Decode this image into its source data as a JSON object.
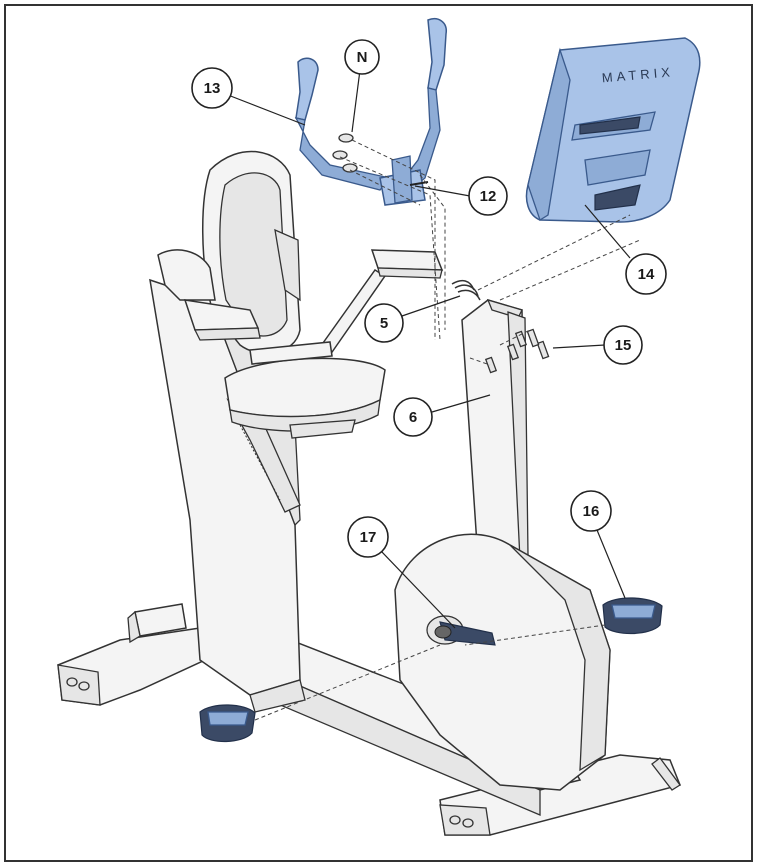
{
  "diagram": {
    "brand": "MATRIX",
    "callouts": [
      {
        "id": "N",
        "label": "N"
      },
      {
        "id": "13",
        "label": "13"
      },
      {
        "id": "12",
        "label": "12"
      },
      {
        "id": "14",
        "label": "14"
      },
      {
        "id": "5",
        "label": "5"
      },
      {
        "id": "15",
        "label": "15"
      },
      {
        "id": "6",
        "label": "6"
      },
      {
        "id": "16",
        "label": "16"
      },
      {
        "id": "17",
        "label": "17"
      }
    ]
  },
  "colors": {
    "highlight_fill": "#a9c3e8",
    "highlight_stroke": "#3a5a8c",
    "line": "#333333",
    "part_fill": "#f4f4f4"
  }
}
